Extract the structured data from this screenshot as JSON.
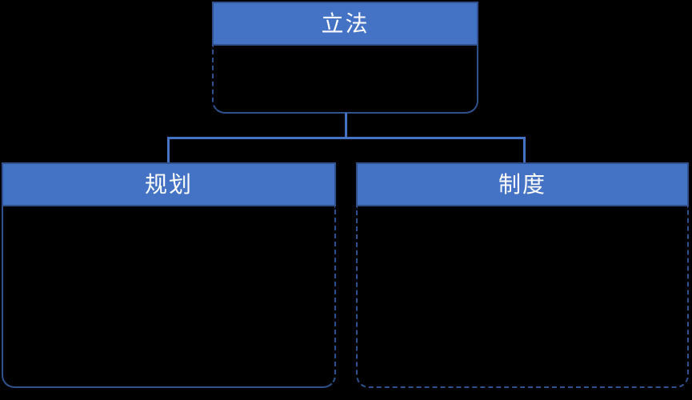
{
  "diagram": {
    "type": "org-hierarchy-flowchart",
    "colors": {
      "background": "#000000",
      "accent": "#4472C4",
      "border": "#2F528F",
      "text": "#FFFFFF"
    },
    "nodes": [
      {
        "id": "legislation",
        "label": "立法",
        "level": 1
      },
      {
        "id": "planning",
        "label": "规划",
        "level": 2,
        "parent": "legislation"
      },
      {
        "id": "system",
        "label": "制度",
        "level": 2,
        "parent": "legislation"
      }
    ],
    "edges": [
      {
        "from": "legislation",
        "to": "planning"
      },
      {
        "from": "legislation",
        "to": "system"
      }
    ]
  }
}
